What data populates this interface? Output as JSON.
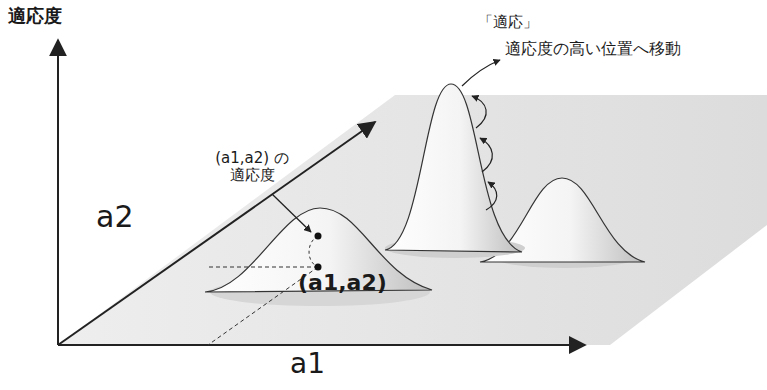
{
  "diagram": {
    "labels": [
      "適応度",
      "「適応」",
      "(a1,a2) の適応度",
      "適応度の高い位置へ移動",
      "a2",
      "(a1,a2)",
      "a1"
    ]
  }
}
